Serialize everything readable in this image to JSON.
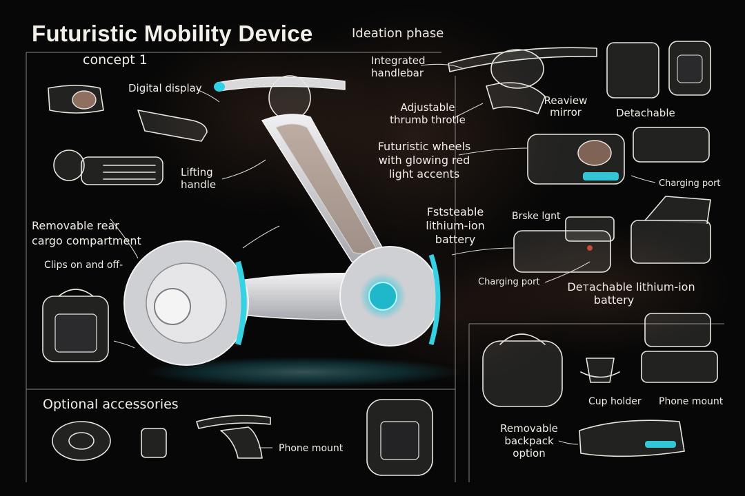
{
  "header": {
    "title": "Futuristic Mobility Device",
    "subtitle": "Ideation phase",
    "concept": "concept 1"
  },
  "labels": {
    "digital_display": "Digital display",
    "lifting_handle_1": "Lifting",
    "lifting_handle_2": "handle",
    "integrated_handlebar_1": "Integrated",
    "integrated_handlebar_2": "handlebar",
    "adjustable_throttle_1": "Adjustable",
    "adjustable_throttle_2": "thrumb throtle",
    "rearview_mirror_1": "Reaview",
    "rearview_mirror_2": "mirror",
    "detachable": "Detachable",
    "wheels_1": "Futuristic wheels",
    "wheels_2": "with glowing red",
    "wheels_3": "light accents",
    "charging_port_top": "Charging port",
    "battery_1": "Fststeable",
    "battery_2": "lithium-ion",
    "battery_3": "battery",
    "brake_light": "Brske lgnt",
    "charging_port_mid": "Charging port",
    "detachable_battery_1": "Deтachable lithium-ion",
    "detachable_battery_2": "battery",
    "cargo_1": "Removable rear",
    "cargo_2": "cargo compartment",
    "clips": "Clips on and off-",
    "accessories": "Optional accessories",
    "phone_mount_bottom": "Phone mount",
    "cup_holder": "Cup holder",
    "phone_mount_right": "Phone mount",
    "backpack_1": "Removable",
    "backpack_2": "backpack",
    "backpack_3": "option"
  },
  "colors": {
    "background": "#070707",
    "sketch_line": "#e9e6e0",
    "accent_glow": "#3fd6e6",
    "smudge": "#6e4632"
  }
}
